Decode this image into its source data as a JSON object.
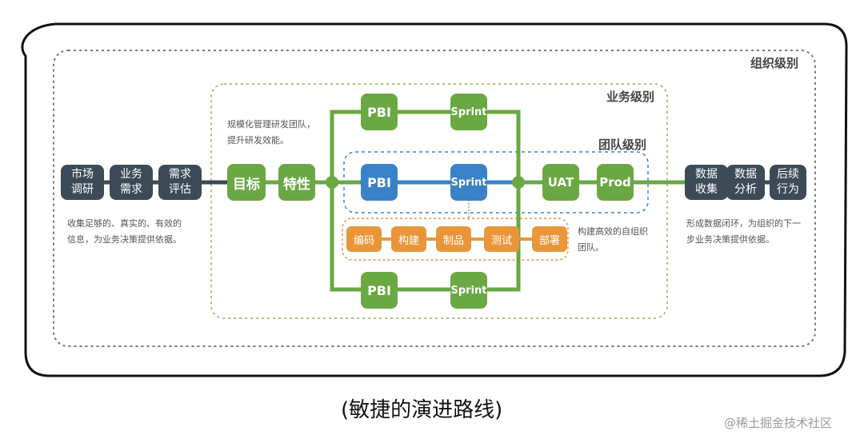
{
  "levels": {
    "organization": "组织级别",
    "business": "业务级别",
    "team": "团队级别"
  },
  "left_chain": {
    "nodes": [
      "市场\n调研",
      "业务\n需求",
      "需求\n评估"
    ],
    "note": "收集足够的、真实的、有效的\n信息，为业务决策提供依据。"
  },
  "business_chain": {
    "nodes": [
      "目标",
      "特性"
    ],
    "note": "规模化管理研发团队，\n提升研发效能。"
  },
  "parallel_tracks": {
    "top": [
      "PBI",
      "Sprint"
    ],
    "team": [
      "PBI",
      "Sprint"
    ],
    "bottom": [
      "PBI",
      "Sprint"
    ]
  },
  "release_chain": [
    "UAT",
    "Prod"
  ],
  "engineering_chain": {
    "nodes": [
      "编码",
      "构建",
      "制品",
      "测试",
      "部署"
    ],
    "note": "构建高效的自组织\n团队。"
  },
  "right_chain": {
    "nodes": [
      "数据\n收集",
      "数据\n分析",
      "后续\n行为"
    ],
    "note": "形成数据闭环，为组织的下一\n步业务决策提供依据。"
  },
  "caption": "(敏捷的演进路线)",
  "watermark": "@稀土掘金技术社区",
  "colors": {
    "dark": "#3d4a57",
    "green": "#6aa843",
    "blue": "#3a82c8",
    "orange": "#e9963a"
  }
}
